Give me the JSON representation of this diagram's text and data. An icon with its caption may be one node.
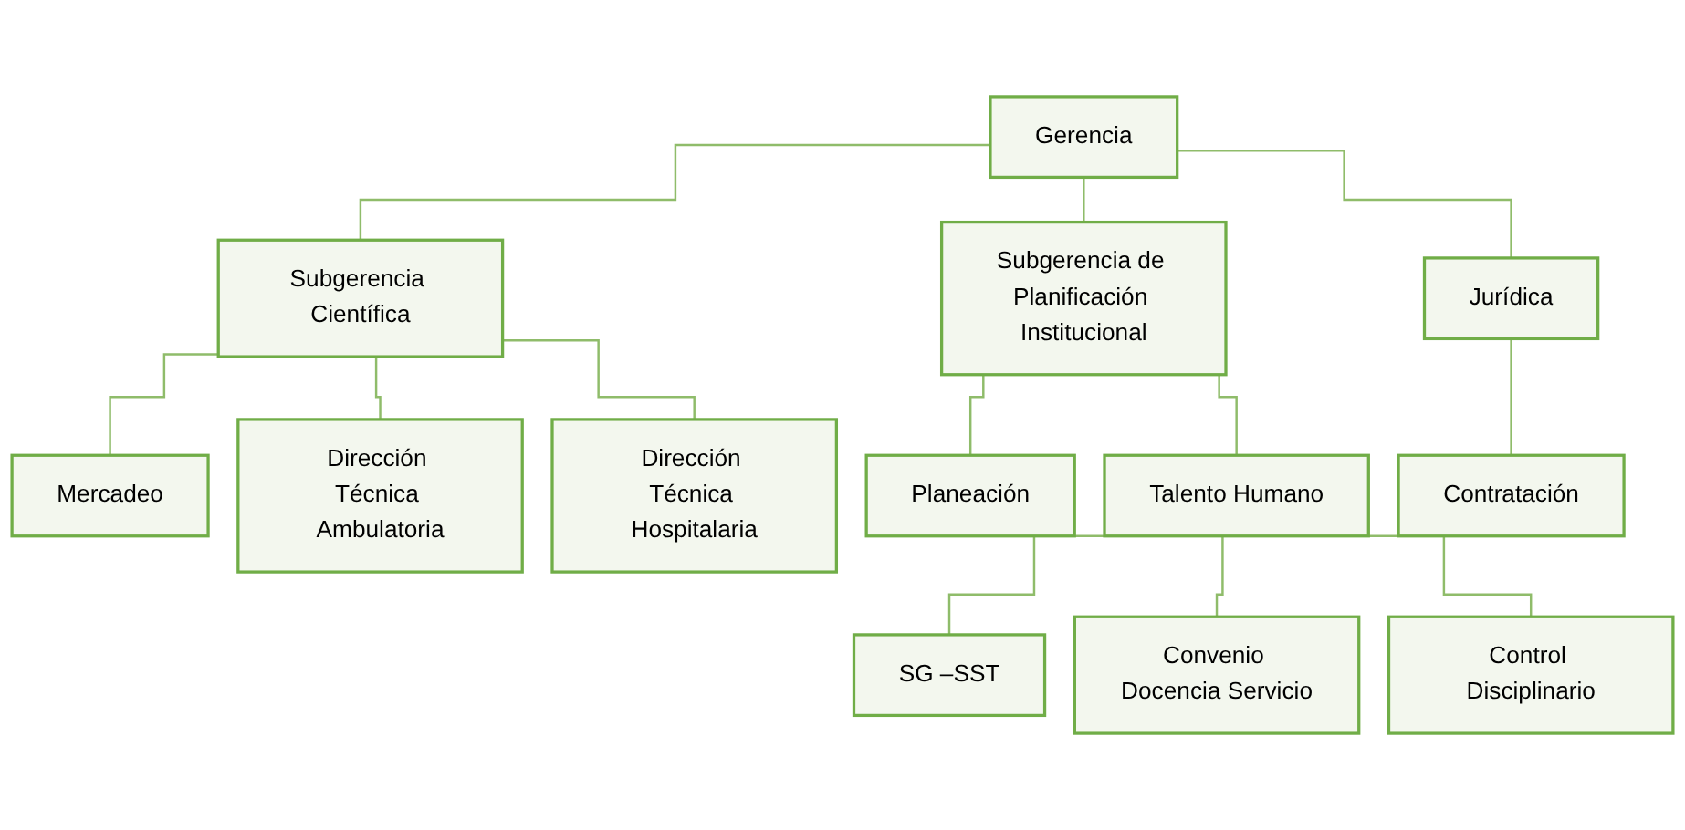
{
  "diagram": {
    "nodes": [
      {
        "text": [
          "Gerencia"
        ]
      },
      {
        "text": [
          "Subgerencia Científica"
        ]
      },
      {
        "text": [
          "Subgerencia de Planificación Institucional"
        ]
      },
      {
        "text": [
          "Jurídica"
        ]
      },
      {
        "text": [
          "Mercadeo"
        ]
      },
      {
        "text": [
          "Dirección Técnica Ambulatoria"
        ]
      },
      {
        "text": [
          "Dirección Técnica Hospitalaria"
        ]
      },
      {
        "text": [
          "Planeación"
        ]
      },
      {
        "text": [
          "Talento Humano"
        ]
      },
      {
        "text": [
          "Contratación"
        ]
      },
      {
        "text": [
          "SG –SST"
        ]
      },
      {
        "text": [
          "Convenio Docencia Servicio"
        ]
      },
      {
        "text": [
          "Control Disciplinario"
        ]
      }
    ],
    "edges": [
      {
        "from": 0,
        "to": 1,
        "arrow": "none"
      },
      {
        "from": 0,
        "to": 2,
        "arrow": "none"
      },
      {
        "from": 0,
        "to": 3,
        "arrow": "none"
      },
      {
        "from": 1,
        "to": 4,
        "arrow": "none"
      },
      {
        "from": 1,
        "to": 5,
        "arrow": "none"
      },
      {
        "from": 1,
        "to": 6,
        "arrow": "none"
      },
      {
        "from": 2,
        "to": 7,
        "arrow": "none"
      },
      {
        "from": 2,
        "to": 8,
        "arrow": "none"
      },
      {
        "from": 3,
        "to": 9,
        "arrow": "none"
      },
      {
        "from": 8,
        "to": 10,
        "arrow": "none"
      },
      {
        "from": 8,
        "to": 11,
        "arrow": "none"
      },
      {
        "from": 8,
        "to": 12,
        "arrow": "none"
      }
    ]
  }
}
